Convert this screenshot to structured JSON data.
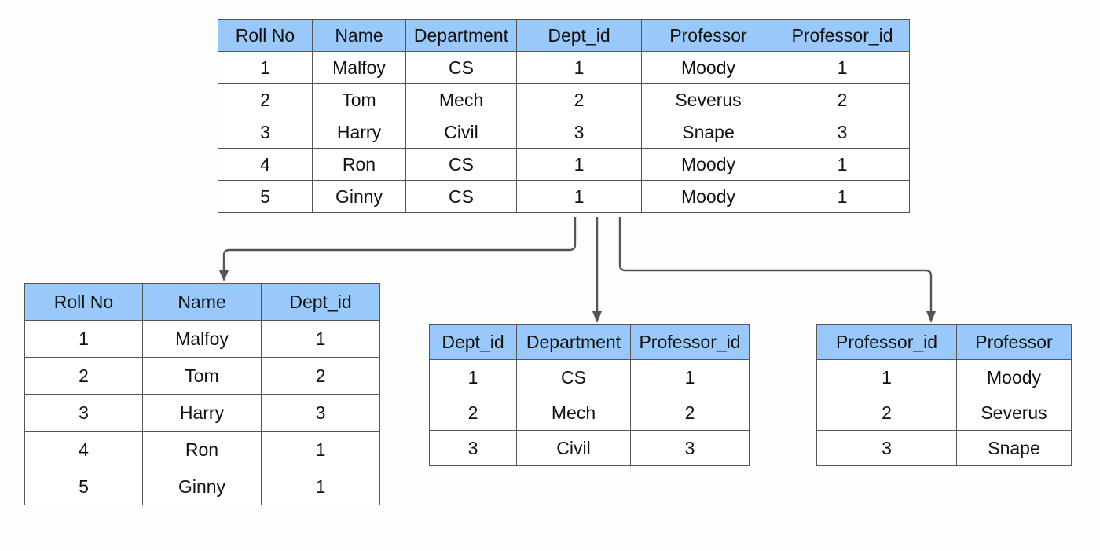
{
  "main_table": {
    "headers": [
      "Roll No",
      "Name",
      "Department",
      "Dept_id",
      "Professor",
      "Professor_id"
    ],
    "rows": [
      [
        "1",
        "Malfoy",
        "CS",
        "1",
        "Moody",
        "1"
      ],
      [
        "2",
        "Tom",
        "Mech",
        "2",
        "Severus",
        "2"
      ],
      [
        "3",
        "Harry",
        "Civil",
        "3",
        "Snape",
        "3"
      ],
      [
        "4",
        "Ron",
        "CS",
        "1",
        "Moody",
        "1"
      ],
      [
        "5",
        "Ginny",
        "CS",
        "1",
        "Moody",
        "1"
      ]
    ]
  },
  "students_table": {
    "headers": [
      "Roll No",
      "Name",
      "Dept_id"
    ],
    "rows": [
      [
        "1",
        "Malfoy",
        "1"
      ],
      [
        "2",
        "Tom",
        "2"
      ],
      [
        "3",
        "Harry",
        "3"
      ],
      [
        "4",
        "Ron",
        "1"
      ],
      [
        "5",
        "Ginny",
        "1"
      ]
    ]
  },
  "department_table": {
    "headers": [
      "Dept_id",
      "Department",
      "Professor_id"
    ],
    "rows": [
      [
        "1",
        "CS",
        "1"
      ],
      [
        "2",
        "Mech",
        "2"
      ],
      [
        "3",
        "Civil",
        "3"
      ]
    ]
  },
  "professor_table": {
    "headers": [
      "Professor_id",
      "Professor"
    ],
    "rows": [
      [
        "1",
        "Moody"
      ],
      [
        "2",
        "Severus"
      ],
      [
        "3",
        "Snape"
      ]
    ]
  },
  "colors": {
    "header_fill": "#99c8fb",
    "border": "#555555",
    "connector": "#555555"
  }
}
